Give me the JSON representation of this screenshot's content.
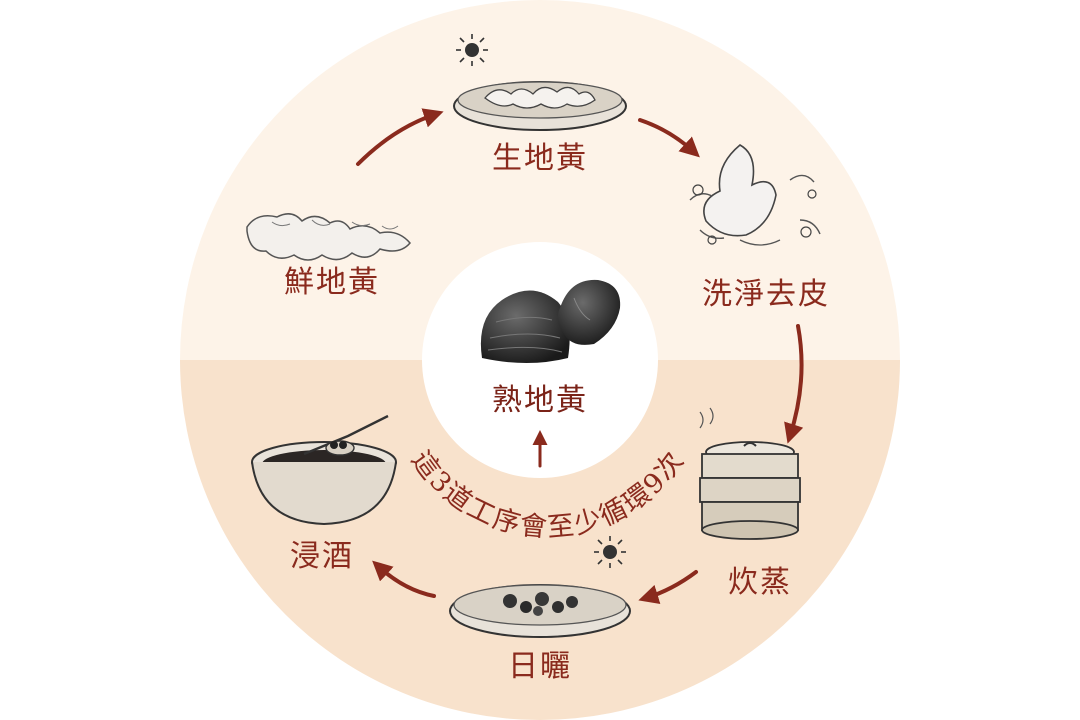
{
  "diagram": {
    "center_label": "熟地黃",
    "cycle_note": "這3道工序會至少循環9次",
    "steps": [
      {
        "id": "fresh",
        "label": "鮮地黃"
      },
      {
        "id": "raw",
        "label": "生地黃"
      },
      {
        "id": "wash",
        "label": "洗淨去皮"
      },
      {
        "id": "steam",
        "label": "炊蒸"
      },
      {
        "id": "sun",
        "label": "日曬"
      },
      {
        "id": "wine",
        "label": "浸酒"
      }
    ]
  },
  "colors": {
    "outer_top": "#fdf3e8",
    "outer_bottom": "#f8e2cc",
    "center": "#ffffff",
    "accent": "#8a2a1d"
  },
  "icons": [
    "sun-icon",
    "rehmannia-root-icon",
    "bamboo-tray-icon",
    "water-splash-icon",
    "steamer-icon",
    "wine-bowl-icon",
    "processed-root-icon"
  ]
}
